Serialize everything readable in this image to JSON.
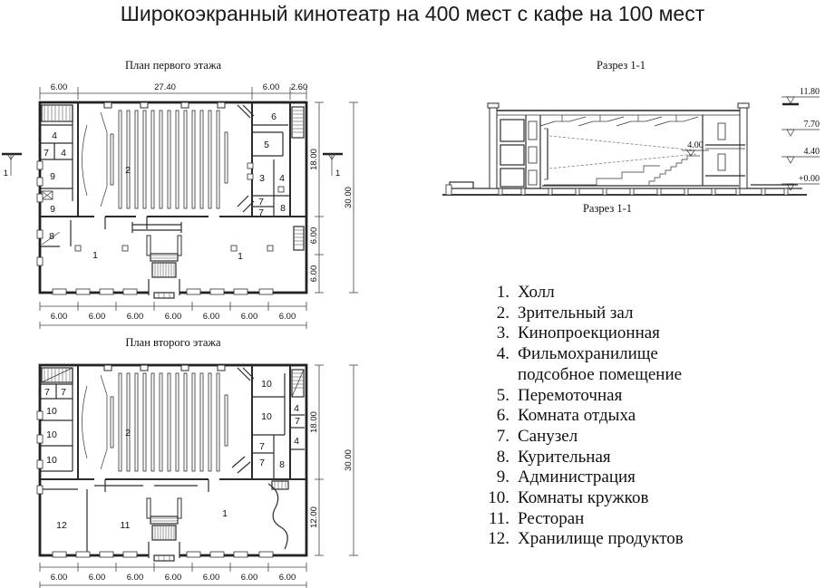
{
  "title": "Широкоэкранный кинотеатр на 400 мест с кафе на 100 мест",
  "plan1": {
    "caption": "План первого этажа",
    "dims_top": [
      "6.00",
      "27.40",
      "6.00",
      "2.60"
    ],
    "dims_bottom": [
      "6.00",
      "6.00",
      "6.00",
      "6.00",
      "6.00",
      "6.00",
      "6.00"
    ],
    "dims_right": [
      "18.00",
      "6.00",
      "6.00"
    ],
    "dim_total": "30.00",
    "section_mark": "1",
    "rooms": [
      "4",
      "7",
      "4",
      "9",
      "9",
      "8",
      "2",
      "6",
      "5",
      "3",
      "4",
      "7",
      "7",
      "8",
      "1",
      "1"
    ]
  },
  "plan2": {
    "caption": "План второго этажа",
    "dims_bottom": [
      "6.00",
      "6.00",
      "6.00",
      "6.00",
      "6.00",
      "6.00",
      "6.00"
    ],
    "dims_right": [
      "18.00",
      "12.00"
    ],
    "dim_total": "30.00",
    "rooms": [
      "7",
      "7",
      "10",
      "10",
      "10",
      "2",
      "10",
      "10",
      "7",
      "7",
      "8",
      "4",
      "7",
      "4",
      "12",
      "11",
      "1"
    ]
  },
  "section": {
    "caption_top": "Разрез 1-1",
    "caption_bottom": "Разрез 1-1",
    "level_inner": "4.00",
    "levels": [
      "11.80",
      "7.70",
      "4.40",
      "+0.00"
    ]
  },
  "legend": {
    "items": [
      {
        "num": "1.",
        "label": "Холл"
      },
      {
        "num": "2.",
        "label": "Зрительный зал"
      },
      {
        "num": "3.",
        "label": "Кинопроекционная"
      },
      {
        "num": "4.",
        "label": "Фильмохранилище"
      },
      {
        "num": "",
        "label": "подсобное помещение"
      },
      {
        "num": "5.",
        "label": "Перемоточная"
      },
      {
        "num": "6.",
        "label": "Комната отдыха"
      },
      {
        "num": "7.",
        "label": "Санузел"
      },
      {
        "num": "8.",
        "label": "Курительная"
      },
      {
        "num": "9.",
        "label": "Администрация"
      },
      {
        "num": "10.",
        "label": "Комнаты кружков"
      },
      {
        "num": "11.",
        "label": "Ресторан"
      },
      {
        "num": "12.",
        "label": "Хранилище продуктов"
      }
    ]
  }
}
